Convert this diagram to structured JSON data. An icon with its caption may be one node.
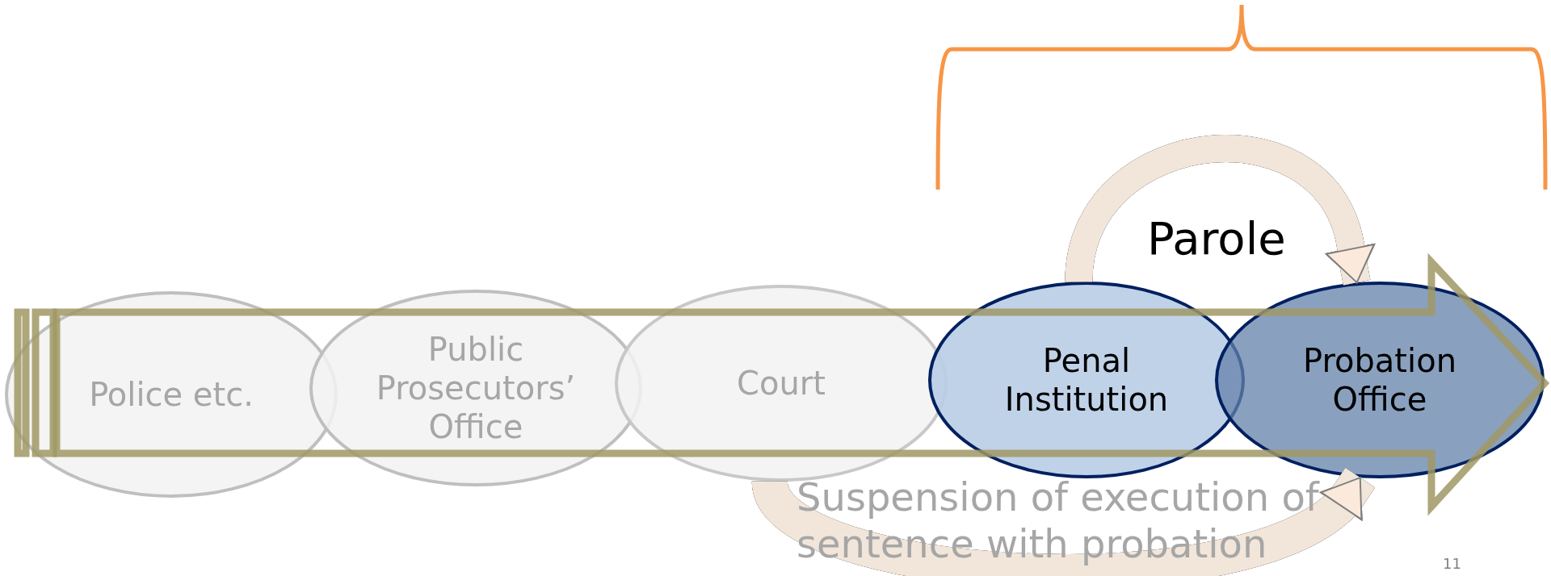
{
  "diagram": {
    "nodes": [
      {
        "text": [
          "Police etc."
        ]
      },
      {
        "text": [
          "Public Prosecutors’ Office"
        ]
      },
      {
        "text": [
          "Court"
        ]
      },
      {
        "text": [
          "Penal Institution"
        ]
      },
      {
        "text": [
          "Probation Office"
        ]
      }
    ],
    "edges": [
      {
        "from": 3,
        "to": 4,
        "arrow": "to",
        "label": "Parole"
      },
      {
        "from": 2,
        "to": 4,
        "arrow": "to",
        "label": "Suspension of execution of sentence with probation"
      }
    ],
    "labels": [
      "11"
    ]
  }
}
